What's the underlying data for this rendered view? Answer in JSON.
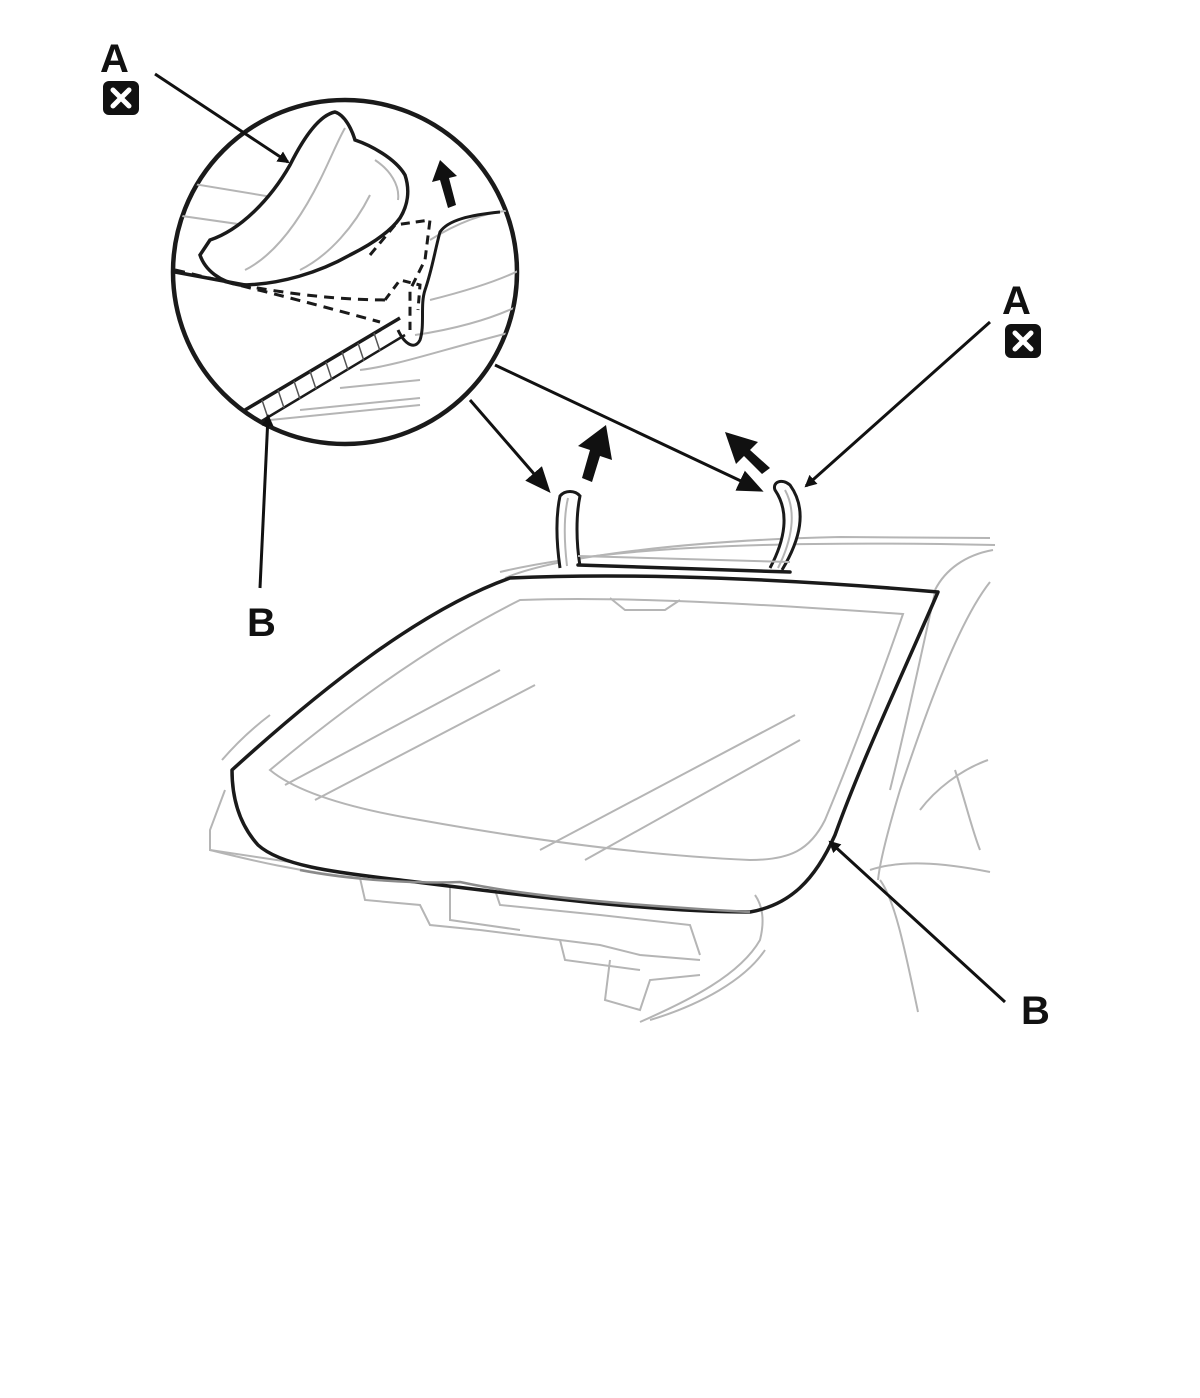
{
  "callouts": {
    "a_left": "A",
    "a_right": "A",
    "b_left": "B",
    "b_right": "B"
  },
  "icons": {
    "replace_part": "replace-part-icon"
  },
  "colors": {
    "ink": "#111111",
    "detail": "#b5b5b5",
    "background": "#ffffff"
  }
}
